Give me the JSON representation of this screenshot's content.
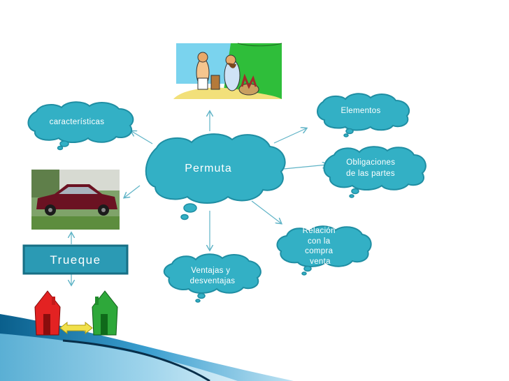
{
  "diagram": {
    "center": {
      "label": "Permuta"
    },
    "nodes": {
      "caracteristicas": "características",
      "elementos": "Elementos",
      "obligaciones": [
        "Obligaciones",
        "de las partes"
      ],
      "relacion": [
        "Relación",
        "con la",
        "compra",
        "venta"
      ],
      "ventajas": [
        "Ventajas y",
        "desventajas"
      ]
    },
    "trueque": {
      "label": "Trueque"
    }
  },
  "icons": {
    "barter_illustration": "barter-illustration-icon",
    "car_photo": "car-photo-icon",
    "houses_exchange": "houses-exchange-icon"
  },
  "colors": {
    "cloud_fill": "#33b0c5",
    "cloud_stroke": "#1f8ea3",
    "arrow": "#5fb3c6",
    "trueque_fill": "#2b9ab4",
    "trueque_stroke": "#176f85",
    "wave_dark": "#0a5f8c",
    "wave_light": "#6ec3e6"
  }
}
